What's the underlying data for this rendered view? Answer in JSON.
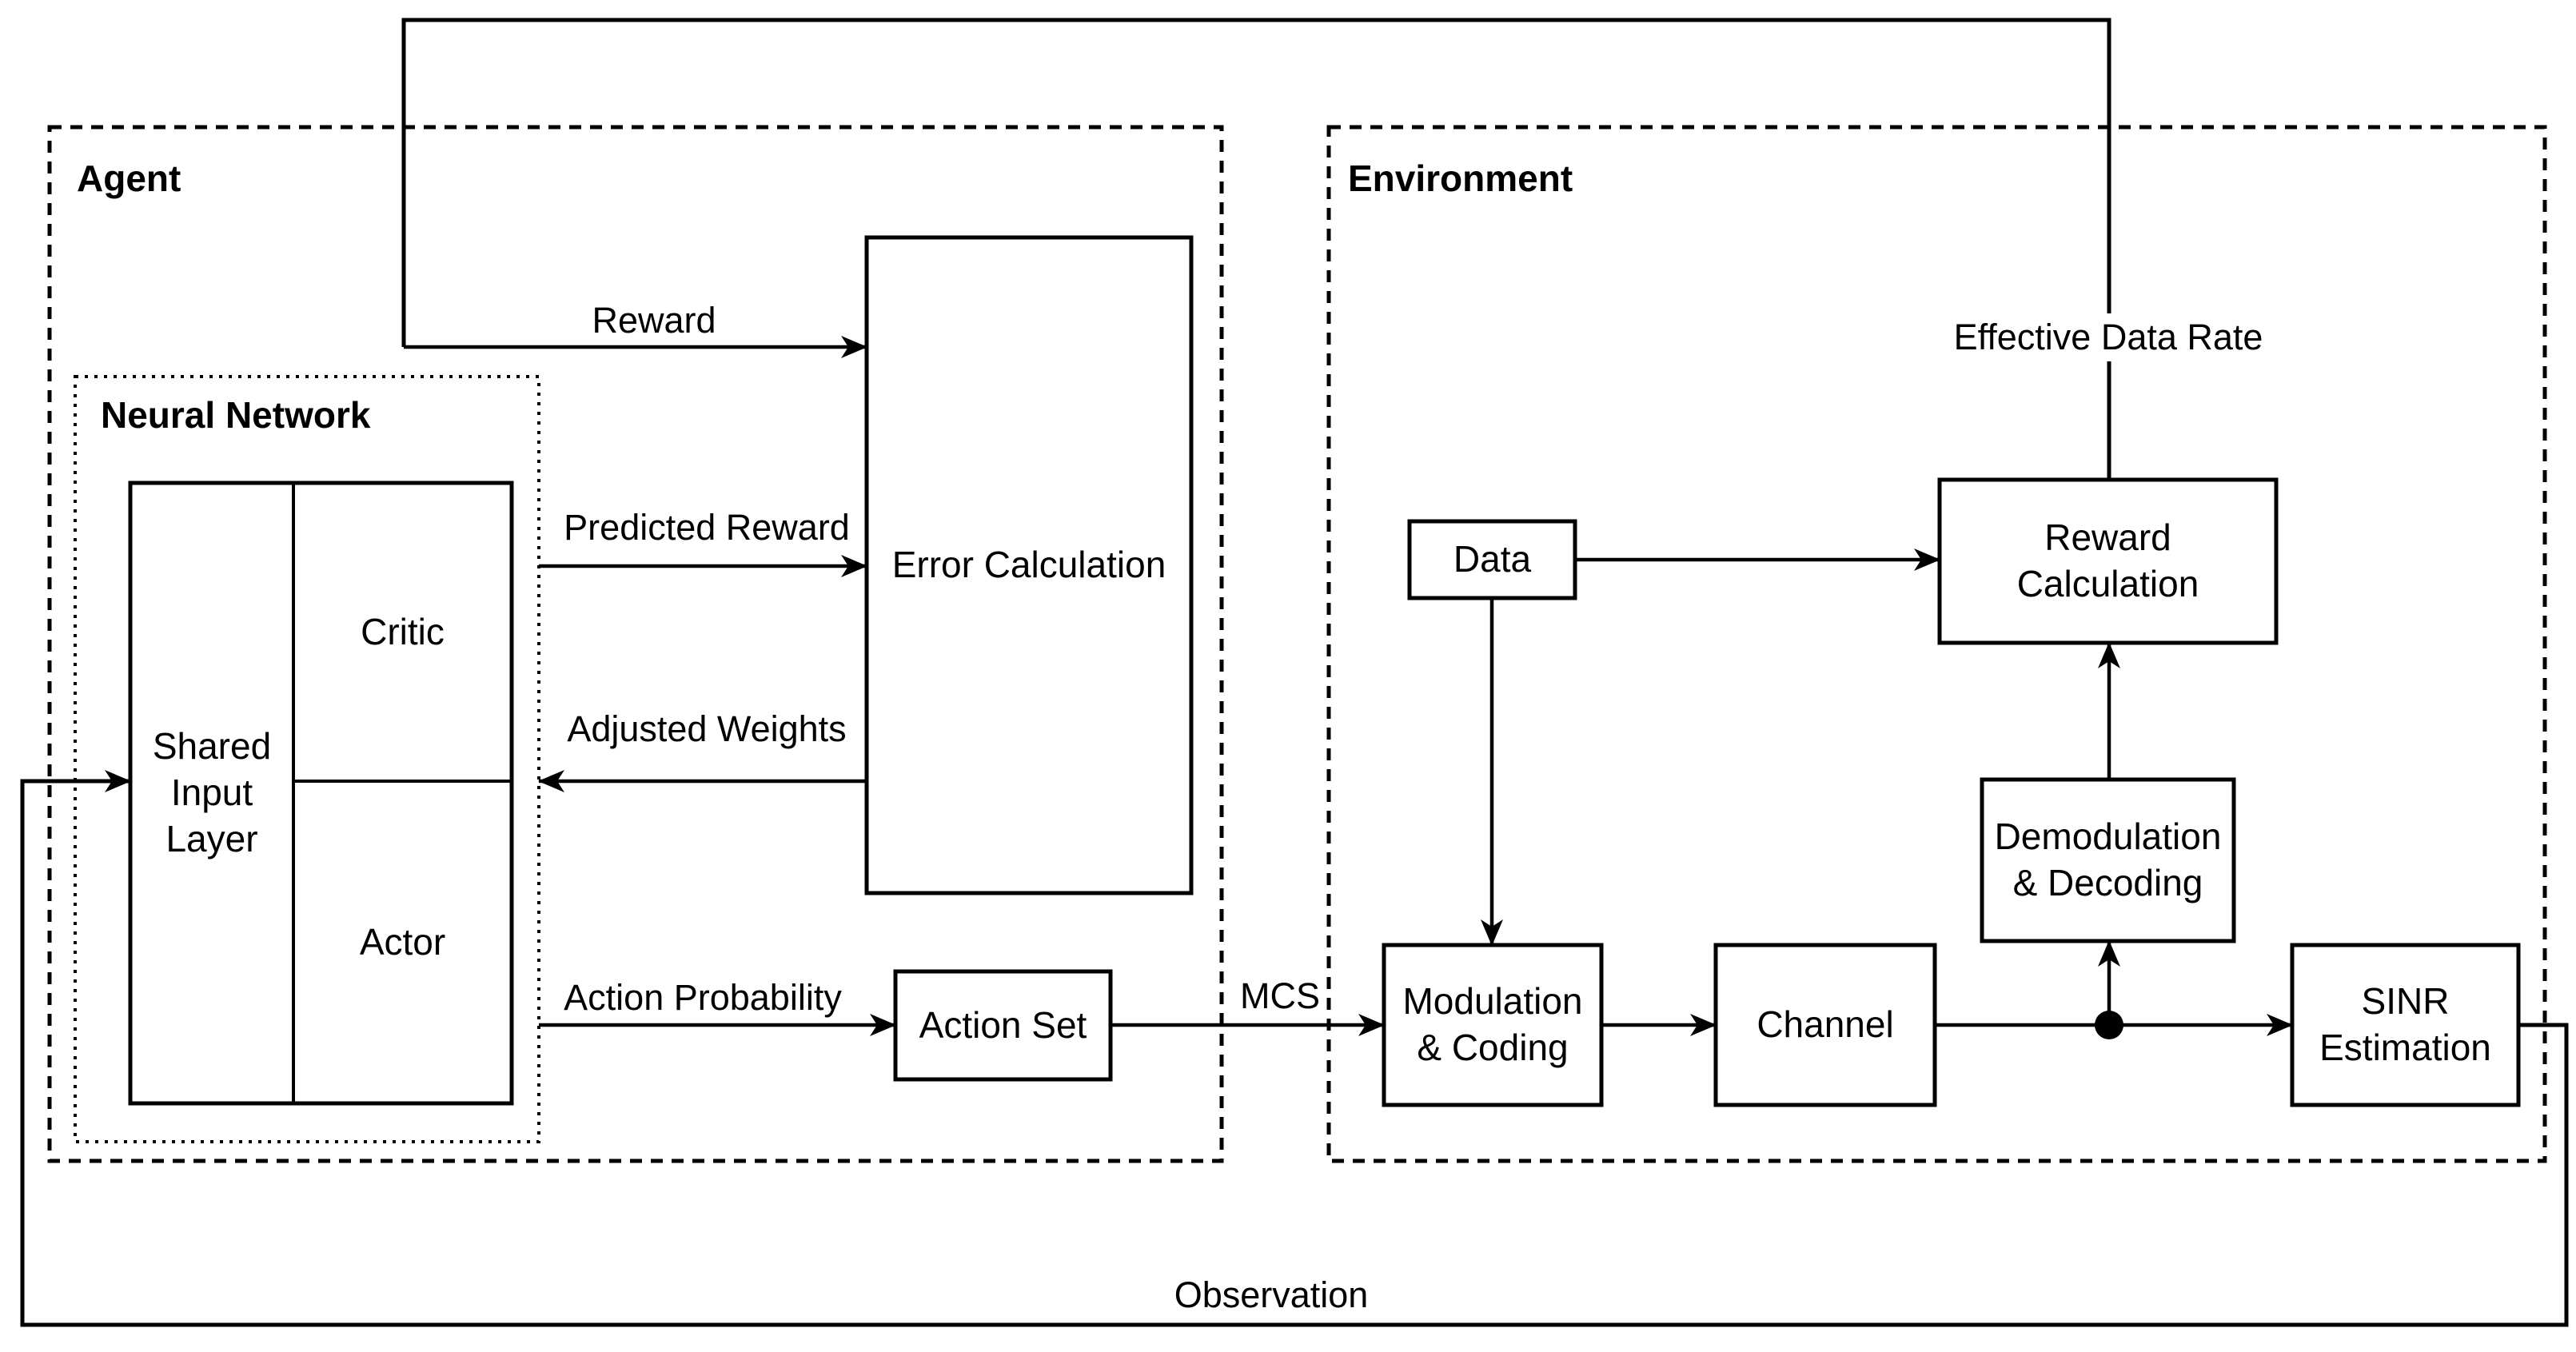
{
  "colors": {
    "background": "#ffffff",
    "line": "#000000",
    "text": "#000000"
  },
  "containers": {
    "agent": {
      "title": "Agent"
    },
    "environment": {
      "title": "Environment"
    },
    "neural_network": {
      "title": "Neural Network"
    }
  },
  "boxes": {
    "shared_input_layer": {
      "label": "Shared\nInput\nLayer"
    },
    "critic": {
      "label": "Critic"
    },
    "actor": {
      "label": "Actor"
    },
    "error_calculation": {
      "label": "Error Calculation"
    },
    "action_set": {
      "label": "Action Set"
    },
    "data": {
      "label": "Data"
    },
    "reward_calculation": {
      "label": "Reward\nCalculation"
    },
    "demodulation_decoding": {
      "label": "Demodulation\n& Decoding"
    },
    "modulation_coding": {
      "label": "Modulation\n& Coding"
    },
    "channel": {
      "label": "Channel"
    },
    "sinr_estimation": {
      "label": "SINR\nEstimation"
    }
  },
  "edge_labels": {
    "reward": "Reward",
    "predicted_reward": "Predicted Reward",
    "adjusted_weights": "Adjusted Weights",
    "action_probability": "Action Probability",
    "mcs": "MCS",
    "effective_data_rate": "Effective Data Rate",
    "observation": "Observation"
  }
}
